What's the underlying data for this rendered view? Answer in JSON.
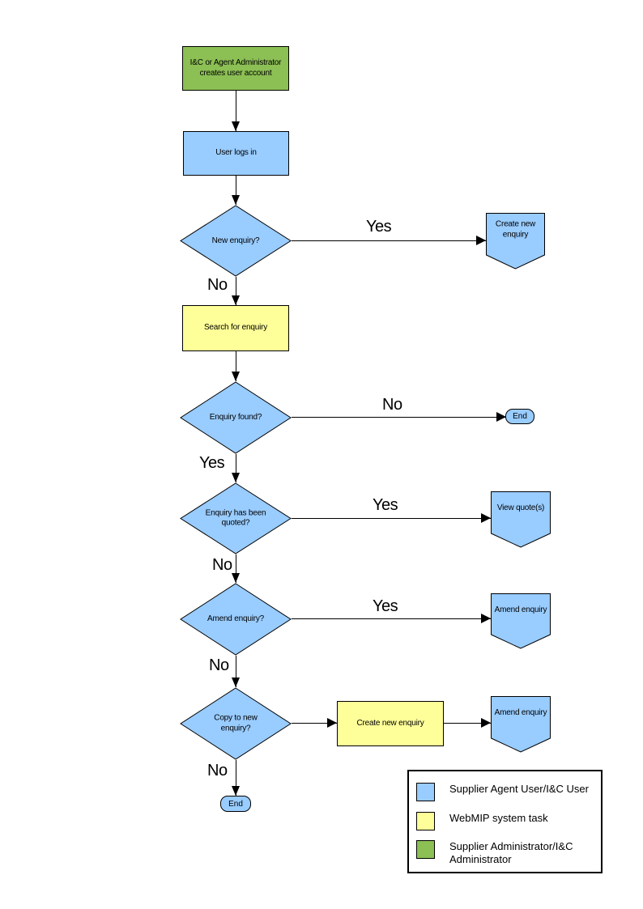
{
  "diagram": {
    "nodes": {
      "admin_creates_account": "I&C or Agent Administrator creates user account",
      "user_logs_in": "User logs in",
      "new_enquiry_q": "New enquiry?",
      "create_new_enquiry_target": "Create new enquiry",
      "search_for_enquiry": "Search for enquiry",
      "enquiry_found_q": "Enquiry found?",
      "end_top": "End",
      "enquiry_quoted_q": "Enquiry has been quoted?",
      "view_quotes_target": "View quote(s)",
      "amend_enquiry_q": "Amend enquiry?",
      "amend_enquiry_target_1": "Amend enquiry",
      "copy_to_new_enquiry_q": "Copy to new enquiry?",
      "create_new_enquiry_task": "Create new enquiry",
      "amend_enquiry_target_2": "Amend enquiry",
      "end_bottom": "End"
    },
    "edge_labels": {
      "new_enquiry_yes": "Yes",
      "new_enquiry_no": "No",
      "enquiry_found_no": "No",
      "enquiry_found_yes": "Yes",
      "enquiry_quoted_yes": "Yes",
      "enquiry_quoted_no": "No",
      "amend_enquiry_yes": "Yes",
      "amend_enquiry_no": "No",
      "copy_to_new_no": "No"
    },
    "colors": {
      "user_task_fill": "#99CCFF",
      "system_task_fill": "#FFFF99",
      "admin_task_fill": "#8CBF54",
      "outline": "#000000",
      "background": "#FFFFFF"
    }
  },
  "legend": {
    "items": [
      {
        "label": "Supplier Agent User/I&C User",
        "color": "#99CCFF"
      },
      {
        "label": "WebMIP system task",
        "color": "#FFFF99"
      },
      {
        "label": "Supplier Administrator/I&C Administrator",
        "color": "#8CBF54"
      }
    ]
  }
}
